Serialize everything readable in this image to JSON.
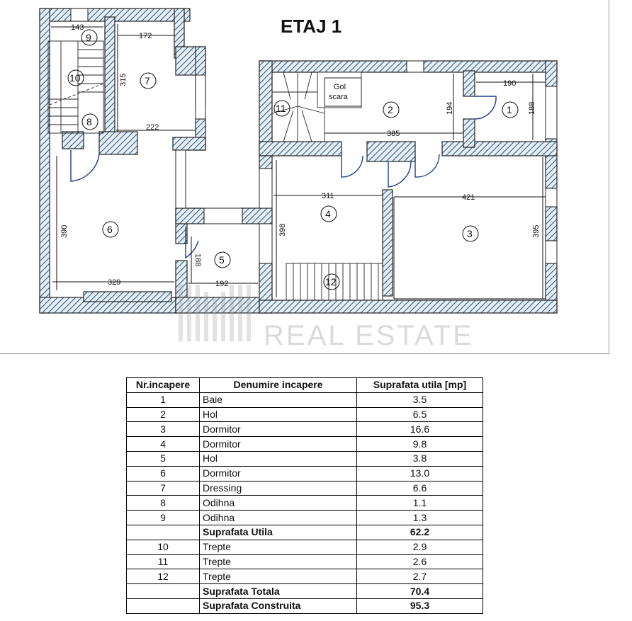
{
  "plan": {
    "title": "ETAJ 1",
    "stair_label_line1": "Gol",
    "stair_label_line2": "scara",
    "rooms": [
      "1",
      "2",
      "3",
      "4",
      "5",
      "6",
      "7",
      "8",
      "9",
      "10",
      "11",
      "12"
    ],
    "dimensions": {
      "d143": "143",
      "d172": "172",
      "d315": "315",
      "d222": "222",
      "d390": "390",
      "d329": "329",
      "d188v5": "188",
      "d192": "192",
      "d398": "398",
      "d311": "311",
      "d421": "421",
      "d395": "395",
      "d385": "385",
      "d194": "194",
      "d190": "190",
      "d188": "188"
    }
  },
  "watermark": {
    "text": "REAL ESTATE"
  },
  "table": {
    "headers": [
      "Nr.incapere",
      "Denumire incapere",
      "Suprafata utila [mp]"
    ],
    "rows": [
      {
        "nr": "1",
        "name": "Baie",
        "area": "3.5"
      },
      {
        "nr": "2",
        "name": "Hol",
        "area": "6.5"
      },
      {
        "nr": "3",
        "name": "Dormitor",
        "area": "16.6"
      },
      {
        "nr": "4",
        "name": "Dormitor",
        "area": "9.8"
      },
      {
        "nr": "5",
        "name": "Hol",
        "area": "3.8"
      },
      {
        "nr": "6",
        "name": "Dormitor",
        "area": "13.0"
      },
      {
        "nr": "7",
        "name": "Dressing",
        "area": "6.6"
      },
      {
        "nr": "8",
        "name": "Odihna",
        "area": "1.1"
      },
      {
        "nr": "9",
        "name": "Odihna",
        "area": "1.3"
      },
      {
        "nr": "",
        "name": "Suprafata Utila",
        "area": "62.2",
        "bold": true
      },
      {
        "nr": "10",
        "name": "Trepte",
        "area": "2.9"
      },
      {
        "nr": "11",
        "name": "Trepte",
        "area": "2.6"
      },
      {
        "nr": "12",
        "name": "Trepte",
        "area": "2.7"
      },
      {
        "nr": "",
        "name": "Suprafata Totala",
        "area": "70.4",
        "bold": true
      },
      {
        "nr": "",
        "name": "Suprafata Construita",
        "area": "95.3",
        "bold": true
      }
    ]
  }
}
